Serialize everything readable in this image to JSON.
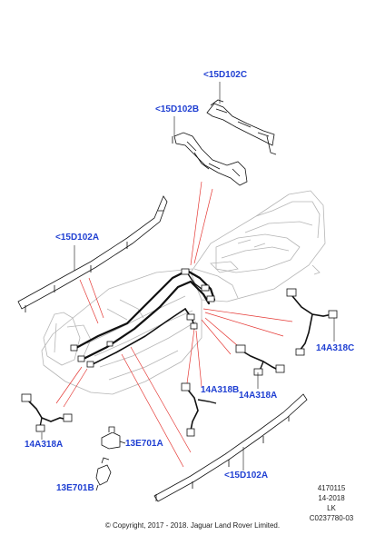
{
  "labels": {
    "l1": "<15D102C",
    "l2": "<15D102B",
    "l3": "<15D102A",
    "l4": "14A318C",
    "l5": "14A318B",
    "l6": "14A318A",
    "l7": "14A318A",
    "l8": "13E701A",
    "l9": "<15D102A",
    "l10": "13E701B"
  },
  "meta": {
    "line1": "4170115",
    "line2": "14-2018",
    "line3": "LK",
    "line4": "C0237780-03"
  },
  "copyright": "© Copyright, 2017 - 2018. Jaguar Land Rover Limited.",
  "colors": {
    "label": "#1f3fd2",
    "leader": "#e53935",
    "harness": "#111111",
    "console": "#b5b5b5"
  }
}
